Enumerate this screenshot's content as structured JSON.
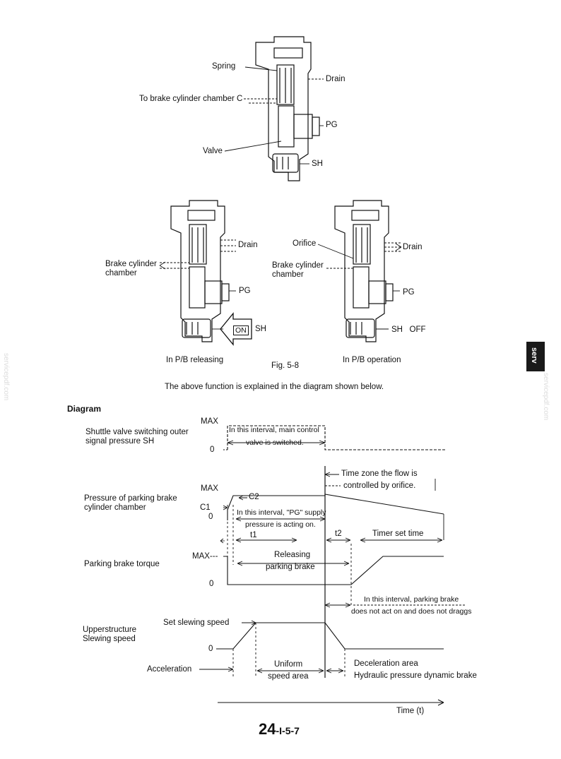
{
  "top_figure": {
    "labels": {
      "spring": "Spring",
      "drain": "Drain",
      "to_brake_cylinder": "To brake cylinder chamber C",
      "pg": "PG",
      "valve": "Valve",
      "sh": "SH"
    }
  },
  "left_figure": {
    "drain": "Drain",
    "brake_cylinder_chamber": "Brake cylinder\nchamber",
    "pg": "PG",
    "on": "ON",
    "sh": "SH",
    "caption": "In P/B releasing"
  },
  "right_figure": {
    "orifice": "Orifice",
    "drain": "Drain",
    "brake_cylinder_chamber": "Brake cylinder\nchamber",
    "pg": "PG",
    "sh_off": "SH   OFF",
    "caption": "In P/B operation"
  },
  "fig_label": "Fig. 5-8",
  "explanation": "The above function is explained in the diagram shown below.",
  "diagram": {
    "heading": "Diagram",
    "rows": {
      "shuttle": "Shuttle valve switching outer\nsignal pressure SH",
      "pressure": "Pressure of parking brake\ncylinder chamber",
      "torque": "Parking brake torque",
      "slewing": "Upperstructure\nSlewing speed"
    },
    "levels": {
      "max": "MAX",
      "zero": "0",
      "max_dash": "MAX---",
      "zero_dash": "0 --",
      "c1": "C1",
      "c2": "C2",
      "set_slewing": "Set slewing speed",
      "acceleration": "Acceleration"
    },
    "annotations": {
      "main_control_1": "In this interval, main control",
      "main_control_2": "valve is switched.",
      "time_zone_1": "Time zone the flow is",
      "time_zone_2": "controlled by orifice.",
      "pg_supply_1": "In this interval, \"PG\" supply",
      "pg_supply_2": "pressure is acting on.",
      "t1": "t1",
      "t2": "t2",
      "timer": "Timer set time",
      "releasing_1": "Releasing",
      "releasing_2": "parking brake",
      "not_act_1": "In this interval, parking brake",
      "not_act_2": "does not act on and does not draggs",
      "uniform_1": "Uniform",
      "uniform_2": "speed area",
      "decel_1": "Deceleration area",
      "decel_2": "Hydraulic pressure dynamic brake",
      "time_axis": "Time (t)"
    }
  },
  "page_number": {
    "main": "24",
    "sub": "-I-5-7"
  },
  "side_tab": "serv",
  "watermark": "servicepdf.com"
}
